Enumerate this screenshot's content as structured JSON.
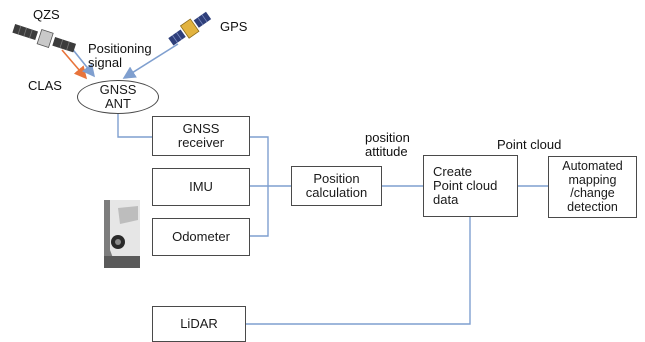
{
  "labels": {
    "qzs": "QZS",
    "gps": "GPS",
    "clas": "CLAS",
    "positioning_signal": "Positioning\nsignal",
    "position_attitude": "position\nattitude",
    "point_cloud": "Point cloud"
  },
  "nodes": {
    "gnss_ant": "GNSS\nANT",
    "gnss_receiver": "GNSS\nreceiver",
    "imu": "IMU",
    "odometer": "Odometer",
    "position_calculation": "Position\ncalculation",
    "create_point_cloud": "Create\nPoint cloud\ndata",
    "automated_mapping": "Automated\nmapping\n/change\ndetection",
    "lidar": "LiDAR"
  },
  "colors": {
    "connector": "#7f9fcf",
    "clas_arrow": "#e8743b",
    "box_border": "#4a4a4a"
  },
  "icons": {
    "qzs": "satellite-icon",
    "gps": "satellite-icon",
    "vehicle": "vehicle-photo"
  }
}
